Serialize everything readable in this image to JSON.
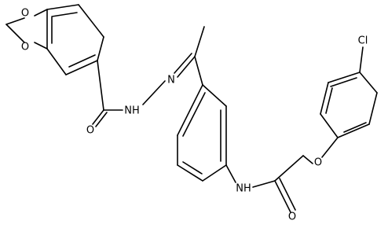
{
  "labels": {
    "o_ring_top": "O",
    "o_ring_bottom": "O",
    "o_carbonyl_left": "O",
    "nh_hydrazide": "NH",
    "n_imine": "N",
    "nh_amide": "NH",
    "o_carbonyl_right": "O",
    "o_ether": "O",
    "cl": "Cl"
  },
  "colors": {
    "bond": "#000000",
    "text": "#000000",
    "background": "#ffffff"
  }
}
